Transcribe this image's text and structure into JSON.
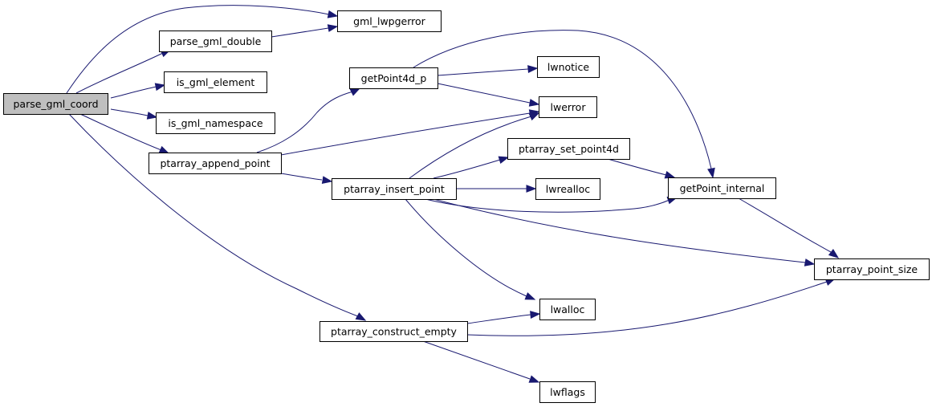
{
  "graph": {
    "edge_color": "#191970",
    "root_fill": "#bfbfbf",
    "nodes": {
      "parse_gml_coord": {
        "label": "parse_gml_coord",
        "root": true
      },
      "gml_lwpgerror": {
        "label": "gml_lwpgerror"
      },
      "parse_gml_double": {
        "label": "parse_gml_double"
      },
      "is_gml_element": {
        "label": "is_gml_element"
      },
      "is_gml_namespace": {
        "label": "is_gml_namespace"
      },
      "ptarray_append_point": {
        "label": "ptarray_append_point"
      },
      "getPoint4d_p": {
        "label": "getPoint4d_p"
      },
      "lwnotice": {
        "label": "lwnotice"
      },
      "lwerror": {
        "label": "lwerror"
      },
      "ptarray_set_point4d": {
        "label": "ptarray_set_point4d"
      },
      "ptarray_insert_point": {
        "label": "ptarray_insert_point"
      },
      "lwrealloc": {
        "label": "lwrealloc"
      },
      "getPoint_internal": {
        "label": "getPoint_internal"
      },
      "ptarray_point_size": {
        "label": "ptarray_point_size"
      },
      "lwalloc": {
        "label": "lwalloc"
      },
      "ptarray_construct_empty": {
        "label": "ptarray_construct_empty"
      },
      "lwflags": {
        "label": "lwflags"
      }
    },
    "edges": [
      [
        "parse_gml_coord",
        "gml_lwpgerror"
      ],
      [
        "parse_gml_coord",
        "parse_gml_double"
      ],
      [
        "parse_gml_coord",
        "is_gml_element"
      ],
      [
        "parse_gml_coord",
        "is_gml_namespace"
      ],
      [
        "parse_gml_coord",
        "ptarray_append_point"
      ],
      [
        "parse_gml_coord",
        "ptarray_construct_empty"
      ],
      [
        "parse_gml_double",
        "gml_lwpgerror"
      ],
      [
        "ptarray_append_point",
        "getPoint4d_p"
      ],
      [
        "ptarray_append_point",
        "lwerror"
      ],
      [
        "ptarray_append_point",
        "ptarray_insert_point"
      ],
      [
        "getPoint4d_p",
        "lwnotice"
      ],
      [
        "getPoint4d_p",
        "lwerror"
      ],
      [
        "getPoint4d_p",
        "getPoint_internal"
      ],
      [
        "ptarray_insert_point",
        "lwerror"
      ],
      [
        "ptarray_insert_point",
        "ptarray_set_point4d"
      ],
      [
        "ptarray_insert_point",
        "lwrealloc"
      ],
      [
        "ptarray_insert_point",
        "getPoint_internal"
      ],
      [
        "ptarray_insert_point",
        "ptarray_point_size"
      ],
      [
        "ptarray_insert_point",
        "lwalloc"
      ],
      [
        "ptarray_set_point4d",
        "getPoint_internal"
      ],
      [
        "getPoint_internal",
        "ptarray_point_size"
      ],
      [
        "ptarray_construct_empty",
        "lwalloc"
      ],
      [
        "ptarray_construct_empty",
        "ptarray_point_size"
      ],
      [
        "ptarray_construct_empty",
        "lwflags"
      ]
    ]
  }
}
